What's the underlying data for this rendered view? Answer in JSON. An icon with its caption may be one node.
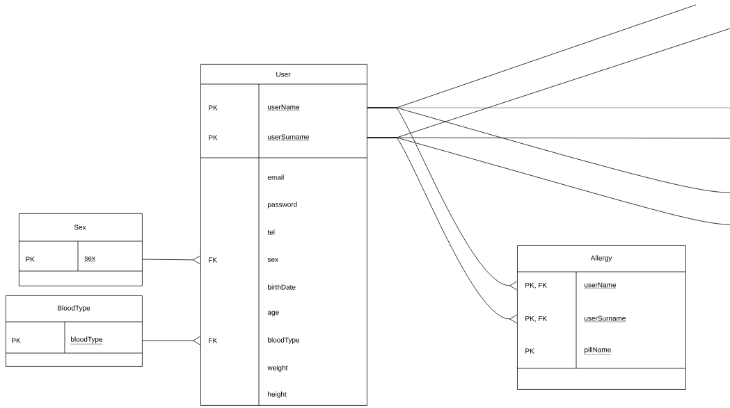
{
  "diagram": {
    "nodes": [
      {
        "text": [
          "User",
          "PK",
          "userName",
          "PK",
          "userSurname",
          "email",
          "password",
          "tel",
          "FK",
          "sex",
          "birthDate",
          "age",
          "FK",
          "bloodType",
          "weight",
          "height"
        ]
      },
      {
        "text": [
          "Sex",
          "PK",
          "sex"
        ]
      },
      {
        "text": [
          "BloodType",
          "PK",
          "bloodType"
        ]
      },
      {
        "text": [
          "Allergy",
          "PK, FK",
          "userName",
          "PK, FK",
          "userSurname",
          "PK",
          "pillName"
        ]
      }
    ],
    "edges": [
      {
        "from": 1,
        "to": 0,
        "arrow": "other"
      },
      {
        "from": 2,
        "to": 0,
        "arrow": "other"
      },
      {
        "from": 0,
        "to": null,
        "arrow": "none"
      },
      {
        "from": 0,
        "to": null,
        "arrow": "none"
      },
      {
        "from": 0,
        "to": null,
        "arrow": "none"
      },
      {
        "from": 0,
        "to": null,
        "arrow": "none"
      },
      {
        "from": 0,
        "to": null,
        "arrow": "none"
      },
      {
        "from": 0,
        "to": null,
        "arrow": "none"
      },
      {
        "from": 0,
        "to": 3,
        "arrow": "other"
      },
      {
        "from": 0,
        "to": 3,
        "arrow": "other"
      }
    ]
  }
}
